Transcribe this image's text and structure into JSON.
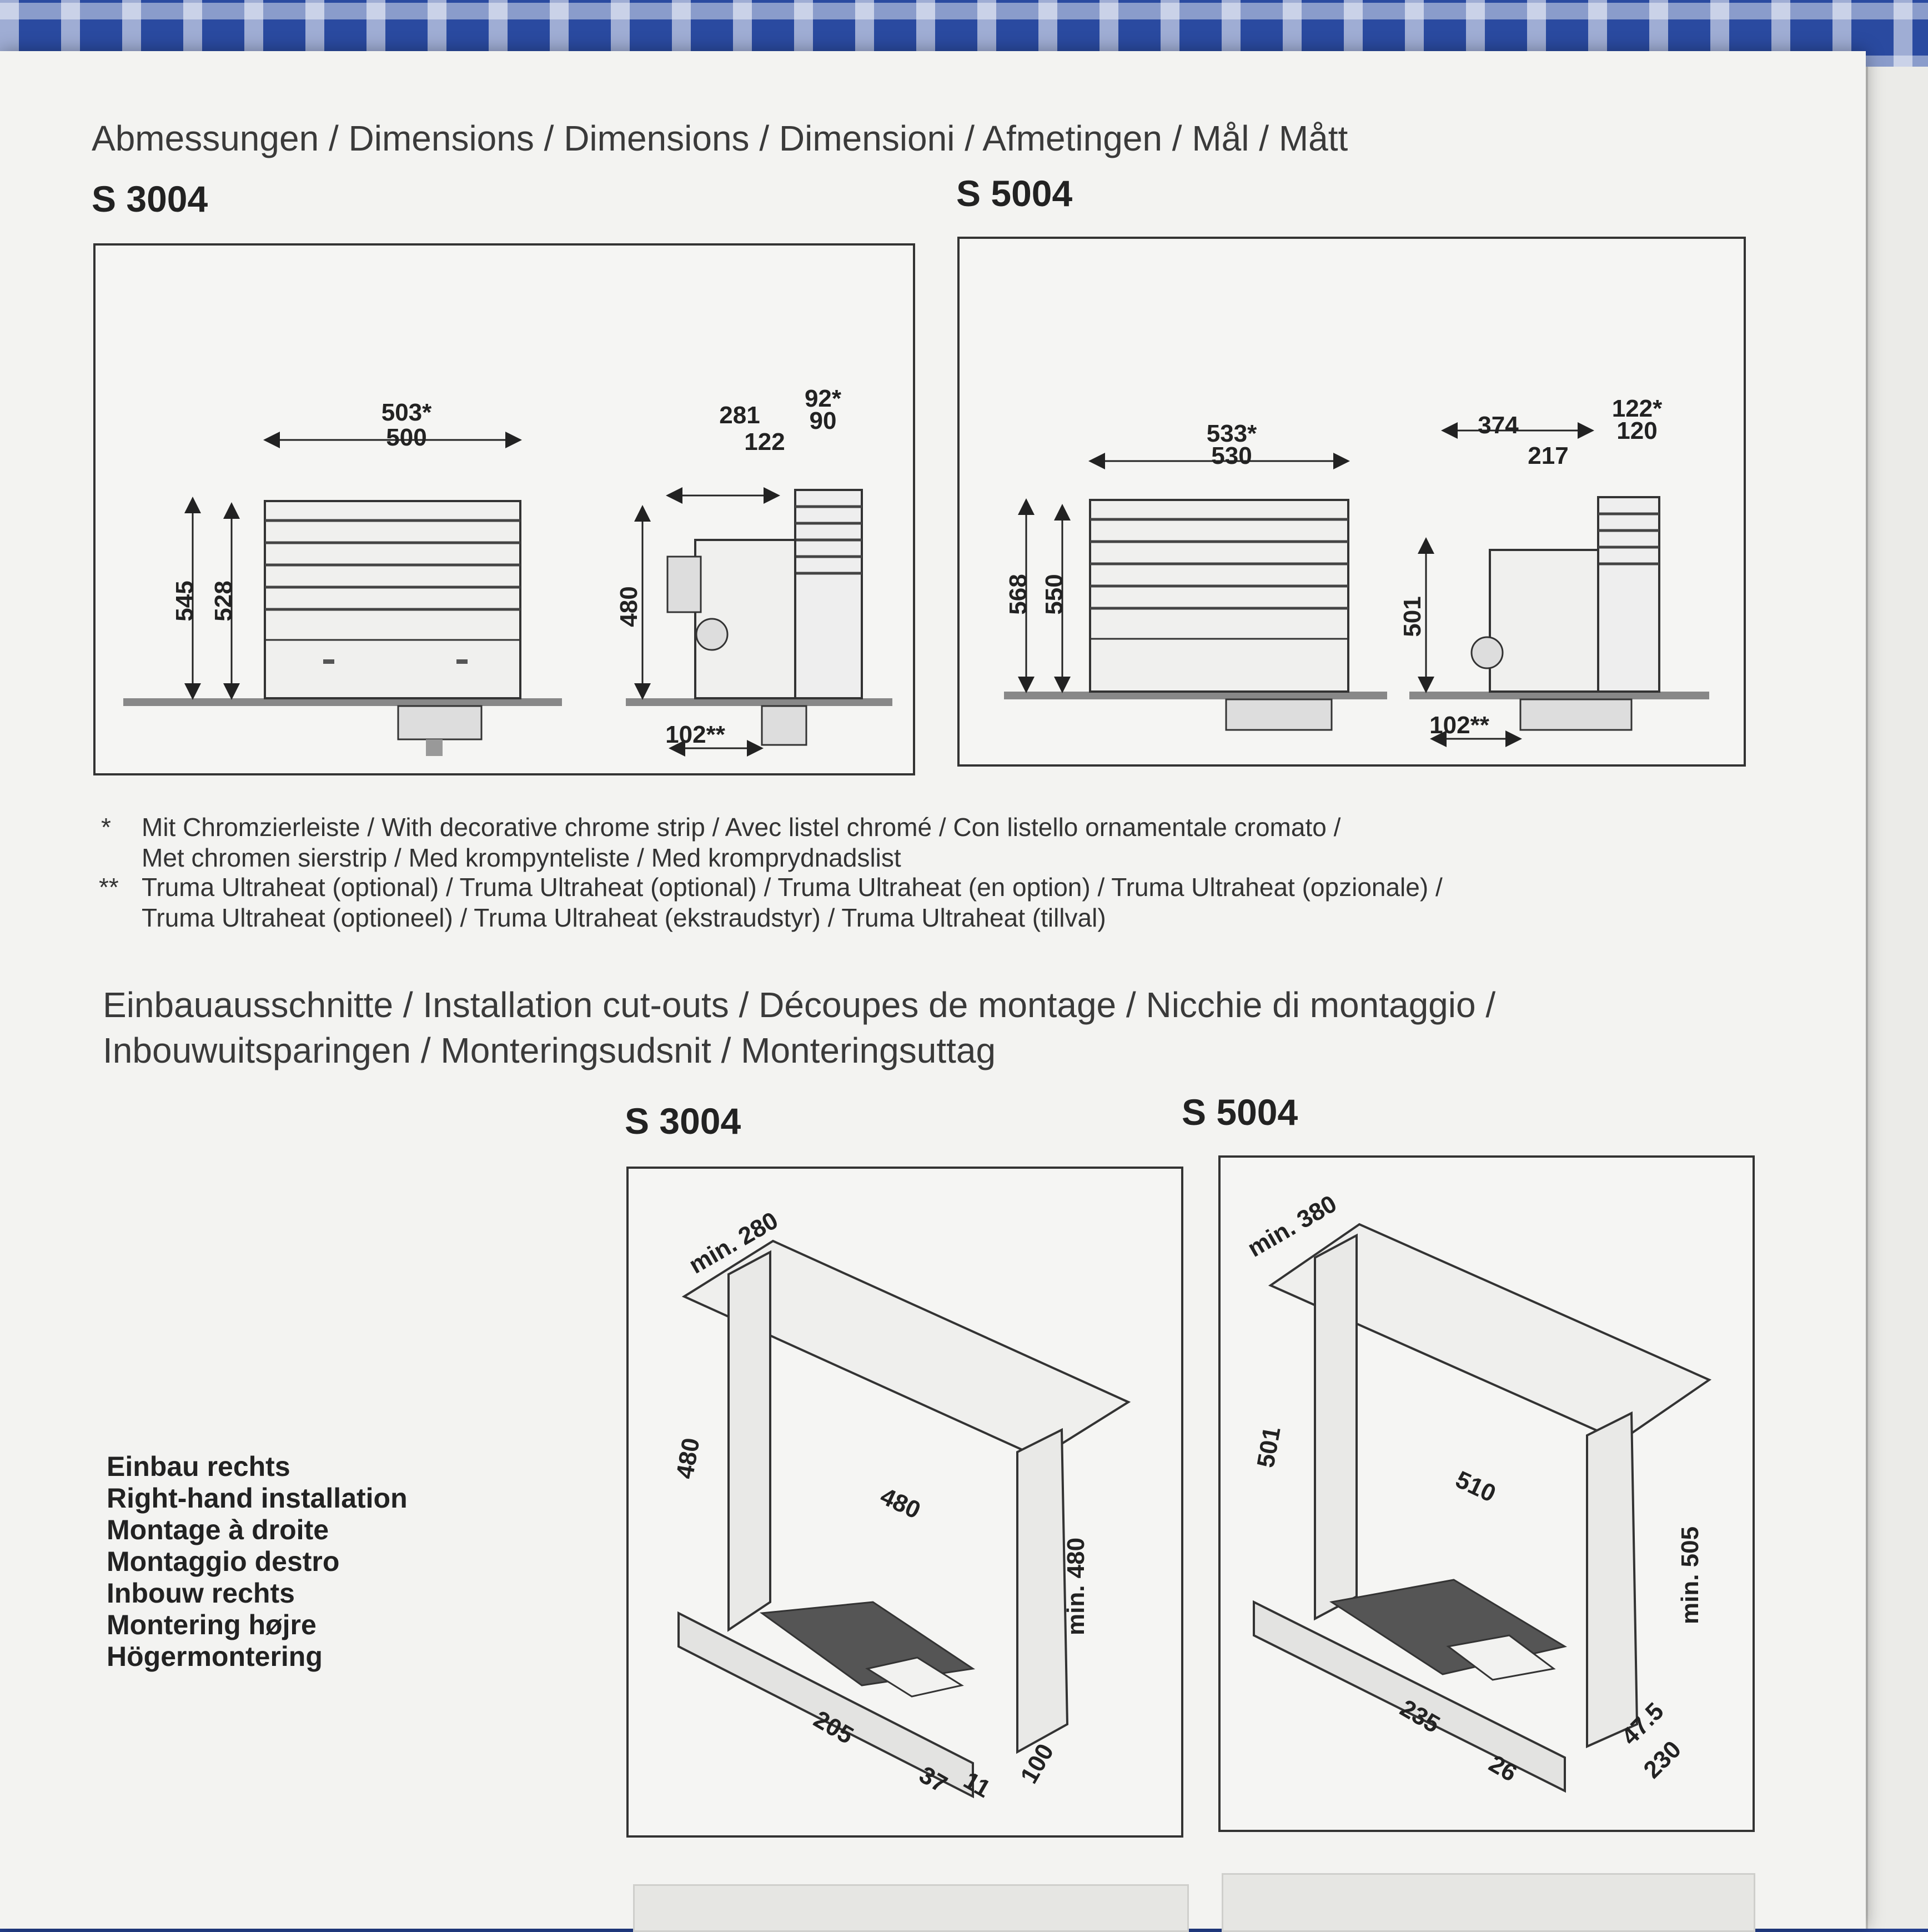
{
  "section1": {
    "title": "Abmessungen / Dimensions / Dimensions / Dimensioni / Afmetingen / Mål / Mått",
    "left_model": "S 3004",
    "right_model": "S 5004",
    "s3004": {
      "width_chrome": "503*",
      "width": "500",
      "height_total": "545",
      "height": "528",
      "depth_a": "281",
      "depth_b": "122",
      "depth_c_chrome": "92*",
      "depth_c": "90",
      "side_height": "480",
      "ultraheat": "102**"
    },
    "s5004": {
      "width_chrome": "533*",
      "width": "530",
      "height_total": "568",
      "height": "550",
      "depth_a": "374",
      "depth_b": "217",
      "depth_c_chrome": "122*",
      "depth_c": "120",
      "side_height": "501",
      "ultraheat": "102**"
    }
  },
  "footnotes": {
    "star1": "*",
    "line1": "Mit Chromzierleiste / With decorative chrome strip / Avec listel chromé / Con listello ornamentale cromato /",
    "line2": "Met chromen sierstrip / Med krompynteliste / Med kromprydnadslist",
    "star2": "**",
    "line3": "Truma Ultraheat (optional) / Truma Ultraheat (optional) / Truma Ultraheat (en option) / Truma Ultraheat (opzionale) /",
    "line4": "Truma Ultraheat (optioneel) / Truma Ultraheat (ekstraudstyr) / Truma Ultraheat (tillval)"
  },
  "section2": {
    "title_line1": "Einbauausschnitte / Installation cut-outs / Découpes de montage / Nicchie di montaggio /",
    "title_line2": "Inbouwuitsparingen / Monteringsudsnit / Monteringsuttag",
    "left_model": "S 3004",
    "right_model": "S 5004",
    "install_labels": [
      "Einbau rechts",
      "Right-hand installation",
      "Montage à droite",
      "Montaggio destro",
      "Inbouw rechts",
      "Montering højre",
      "Högermontering"
    ],
    "s3004_cut": {
      "min_depth": "min. 280",
      "height": "480",
      "width": "480",
      "min_height": "min. 480",
      "floor_a": "205",
      "floor_b": "37",
      "floor_c": "11",
      "floor_d": "100"
    },
    "s5004_cut": {
      "min_depth": "min. 380",
      "height": "501",
      "width": "510",
      "min_height": "min. 505",
      "floor_a": "235",
      "floor_b": "26",
      "floor_c": "47.5",
      "floor_d": "230"
    }
  }
}
